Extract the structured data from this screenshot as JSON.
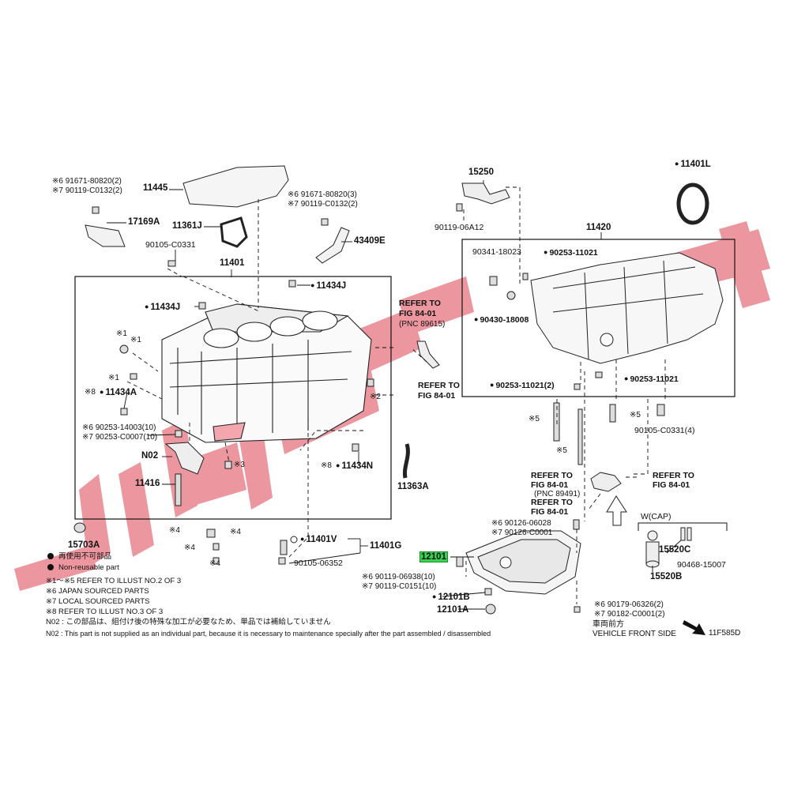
{
  "watermark_color": "#e9858f",
  "highlight_color": "#39d353",
  "parts": {
    "p11445": "11445",
    "p17169A": "17169A",
    "p11361J": "11361J",
    "p43409E": "43409E",
    "p90105_C0331": "90105-C0331",
    "p11401": "11401",
    "p11434J_a": "11434J",
    "p11434J_b": "11434J",
    "p11434A": "11434A",
    "pN02": "N02",
    "p11416": "11416",
    "p15703A": "15703A",
    "p11434N": "11434N",
    "p11363A": "11363A",
    "p11401V": "11401V",
    "p11401G": "11401G",
    "p90105_06352": "90105-06352",
    "p12101": "12101",
    "p12101B": "12101B",
    "p12101A": "12101A",
    "p15250": "15250",
    "p90119_06A12": "90119-06A12",
    "p11420": "11420",
    "p11401L": "11401L",
    "p90341_18023": "90341-18023",
    "p90253_11021_a": "90253-11021",
    "p90430_18008": "90430-18008",
    "p90253_11021_b": "90253-11021(2)",
    "p90253_11021_c": "90253-11021",
    "p90105_C0331_4": "90105-C0331(4)",
    "p15520C": "15520C",
    "p15520B": "15520B",
    "p90468_15007": "90468-15007",
    "wcap": "W(CAP)",
    "code": "11F585D"
  },
  "annotations": {
    "tl6": "※6 91671-80820(2)",
    "tl7": "※7 90119-C0132(2)",
    "tm6": "※6 91671-80820(3)",
    "tm7": "※7 90119-C0132(2)",
    "s1a": "※1",
    "s1b": "※1",
    "s1c": "※1",
    "s8a": "※8",
    "s6b": "※6 90253-14003(10)",
    "s7b": "※7 90253-C0007(10)",
    "s3": "※3",
    "s2": "※2",
    "s8b": "※8",
    "s4a": "※4",
    "s4b": "※4",
    "s4c": "※4",
    "s4d": "※4",
    "s5a": "※5",
    "s5b": "※5",
    "s5c": "※5",
    "p6a": "※6 90126-06028",
    "p7a": "※7 90126-C0001",
    "p6b": "※6 90119-06938(10)",
    "p7b": "※7 90119-C0151(10)",
    "p6c": "※6 90179-06326(2)",
    "p7c": "※7 90182-C0001(2)"
  },
  "refers": {
    "r1_l1": "REFER TO",
    "r1_l2": "FIG 84-01",
    "r1_l3": "(PNC 89615)",
    "r2_l1": "REFER TO",
    "r2_l2": "FIG 84-01",
    "r3_l1": "REFER TO",
    "r3_l2": "FIG 84-01",
    "r3_l3": "(PNC 89491)",
    "r4_l1": "REFER TO",
    "r4_l2": "FIG 84-01",
    "r5_l1": "REFER TO",
    "r5_l2": "FIG 84-01"
  },
  "legend": {
    "l1": "再使用不可部品",
    "l2": "Non-reusable part",
    "n1": "※1～※5 REFER TO ILLUST NO.2 OF 3",
    "n2": "※6 JAPAN SOURCED PARTS",
    "n3": "※7 LOCAL SOURCED PARTS",
    "n4": "※8 REFER TO ILLUST NO.3 OF 3",
    "n5": "N02 : この部品は、組付け後の特殊な加工が必要なため、単品では補給していません",
    "n6": "N02 : This part is not supplied as an individual part, because it is necessary to maintenance specially after the part assembled / disassembled"
  },
  "vehicle": {
    "jp": "車両前方",
    "en": "VEHICLE FRONT SIDE"
  }
}
